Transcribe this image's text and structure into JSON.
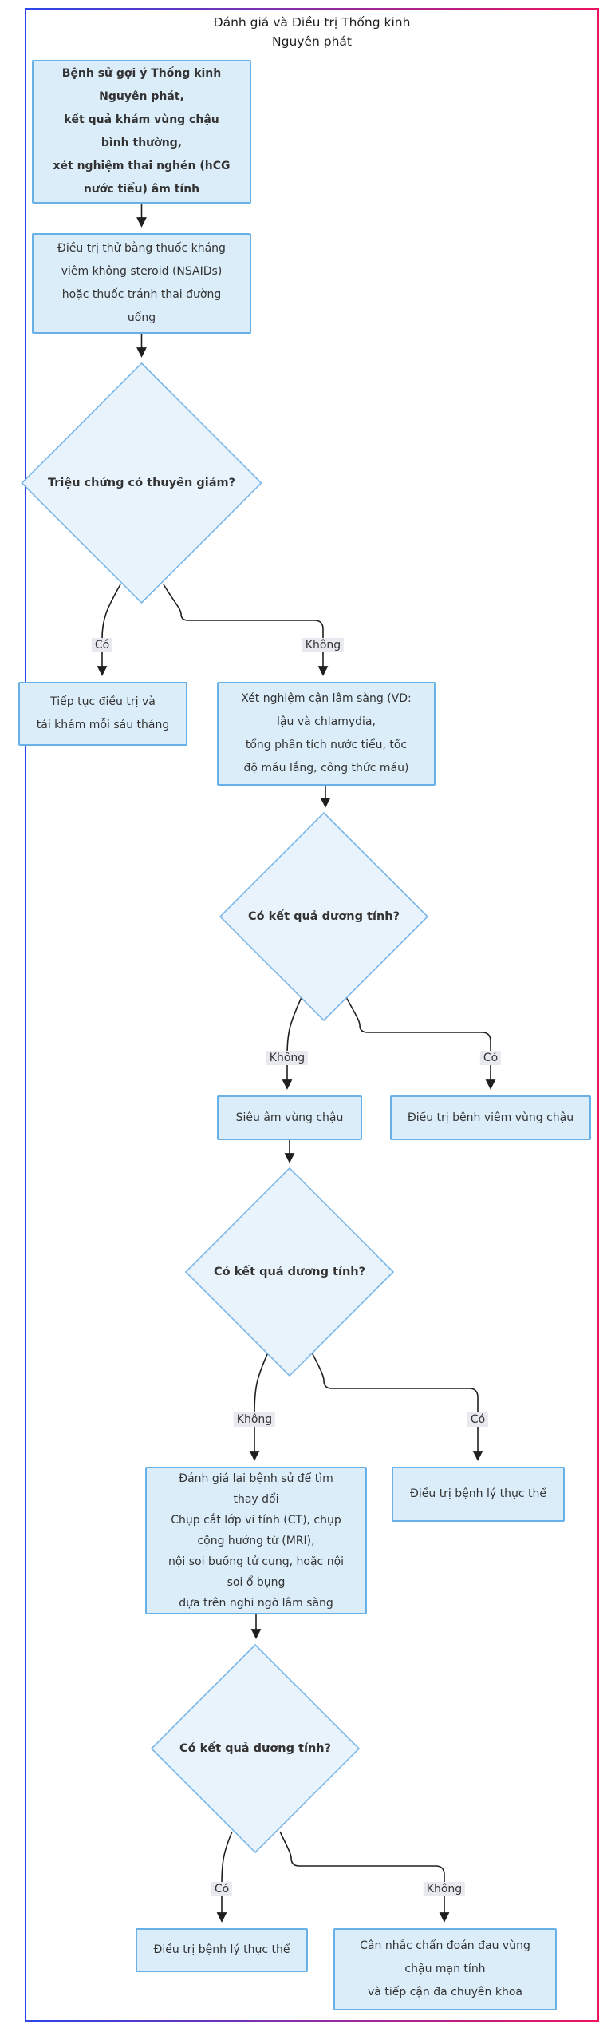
{
  "title": "Đánh giá và Điều trị Thống kinh\nNguyên phát",
  "edge_labels": {
    "yes": "Có",
    "no": "Không"
  },
  "colors": {
    "frame_gradient_left": "#2b46e8",
    "frame_gradient_right": "#ec1460",
    "node_fill": "#dcedfa",
    "node_border": "#67b1e8",
    "diamond_fill": "#e9f3fc",
    "diamond_border": "#7ab7e8",
    "edge_label_bg": "#e8e9ee",
    "connector": "#1f1f1f",
    "text": "#333333"
  },
  "nodes": {
    "history": "Bệnh sử gợi ý Thống kinh\nNguyên phát,\nkết quả khám vùng chậu\nbình thường,\nxét nghiệm thai nghén (hCG\nnước tiểu) âm tính",
    "trial_treatment": "Điều trị thử bằng thuốc kháng\nviêm không steroid (NSAIDs)\nhoặc thuốc tránh thai đường\nuống",
    "decision_symptom_relief": "Triệu chứng có thuyên giảm?",
    "continue_treatment": "Tiếp tục điều trị và\ntái khám mỗi sáu tháng",
    "lab_tests": "Xét nghiệm cận lâm sàng (VD:\nlậu và chlamydia,\ntổng phân tích nước tiểu, tốc\nđộ máu lắng, công thức máu)",
    "decision_positive_1": "Có kết quả dương tính?",
    "pelvic_ultrasound": "Siêu âm vùng chậu",
    "treat_pid": "Điều trị bệnh viêm vùng chậu",
    "decision_positive_2": "Có kết quả dương tính?",
    "reassess_imaging": "Đánh giá lại bệnh sử để tìm\nthay đổi\nChụp cắt lớp vi tính (CT), chụp\ncộng hưởng từ (MRI),\nnội soi buồng tử cung, hoặc nội\nsoi ổ bụng\ndựa trên nghi ngờ lâm sàng",
    "decision_positive_3": "Có kết quả dương tính?",
    "treat_organic_1": "Điều trị bệnh lý thực thể",
    "treat_organic_2": "Điều trị bệnh lý thực thể",
    "chronic_pelvic_pain": "Cân nhắc chẩn đoán đau vùng\nchậu mạn tính\nvà tiếp cận đa chuyên khoa"
  }
}
